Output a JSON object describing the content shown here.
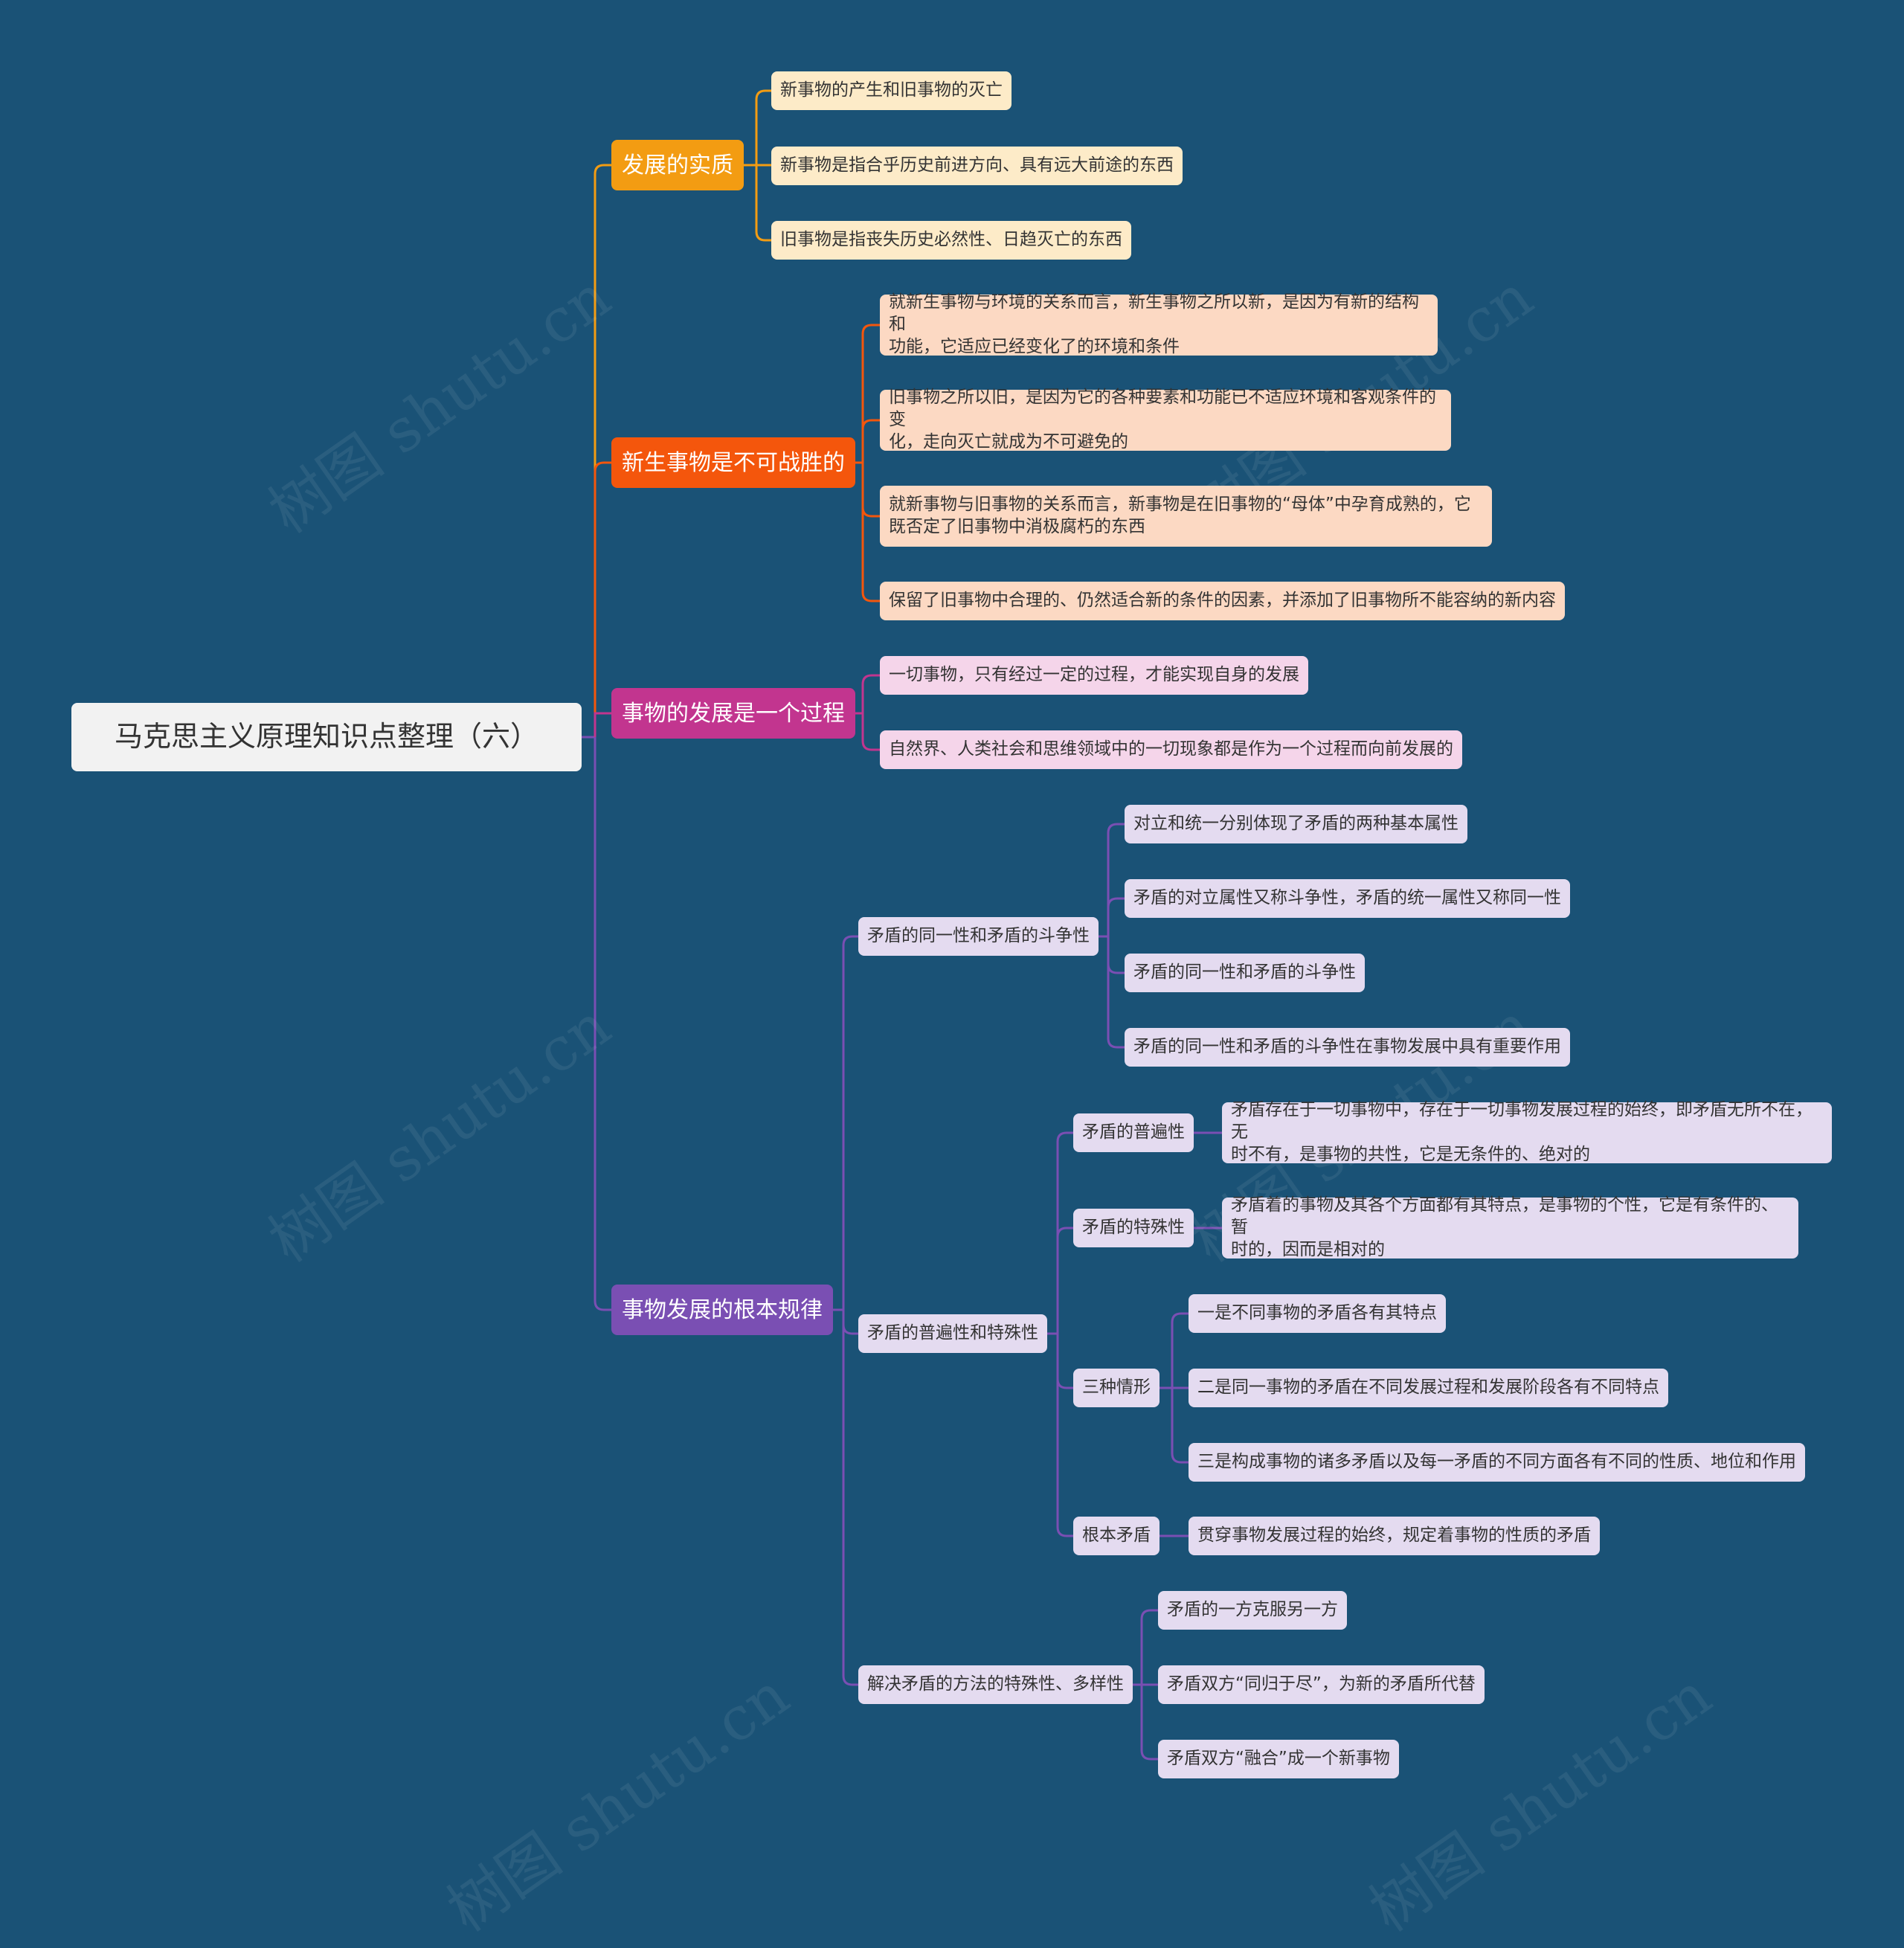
{
  "colors": {
    "background": "#1a5276",
    "root": "#f2f2f2",
    "branch_orange": "#f39c12",
    "branch_red": "#f4560c",
    "branch_pink": "#c2358f",
    "branch_purple": "#7a4fb3"
  },
  "watermark": "树图 shutu.cn",
  "root": "马克思主义原理知识点整理（六）",
  "branches": [
    {
      "title": "发展的实质",
      "items": [
        "新事物的产生和旧事物的灭亡",
        "新事物是指合乎历史前进方向、具有远大前途的东西",
        "旧事物是指丧失历史必然性、日趋灭亡的东西"
      ]
    },
    {
      "title": "新生事物是不可战胜的",
      "items": [
        "就新生事物与环境的关系而言，新生事物之所以新，是因为有新的结构和\n功能，它适应已经变化了的环境和条件",
        "旧事物之所以旧，是因为它的各种要素和功能已不适应环境和客观条件的变\n化，走向灭亡就成为不可避免的",
        "就新事物与旧事物的关系而言，新事物是在旧事物的“母体”中孕育成熟的，它\n既否定了旧事物中消极腐朽的东西",
        "保留了旧事物中合理的、仍然适合新的条件的因素，并添加了旧事物所不能容纳的新内容"
      ]
    },
    {
      "title": "事物的发展是一个过程",
      "items": [
        "一切事物，只有经过一定的过程，才能实现自身的发展",
        "自然界、人类社会和思维领域中的一切现象都是作为一个过程而向前发展的"
      ]
    },
    {
      "title": "事物发展的根本规律",
      "identity": {
        "title": "矛盾的同一性和矛盾的斗争性",
        "items": [
          "对立和统一分别体现了矛盾的两种基本属性",
          "矛盾的对立属性又称斗争性，矛盾的统一属性又称同一性",
          "矛盾的同一性和矛盾的斗争性",
          "矛盾的同一性和矛盾的斗争性在事物发展中具有重要作用"
        ]
      },
      "universality": {
        "title": "矛盾的普遍性和特殊性",
        "universal": {
          "title": "矛盾的普遍性",
          "text": "矛盾存在于一切事物中，存在于一切事物发展过程的始终，即矛盾无所不在，无\n时不有，是事物的共性，它是无条件的、绝对的"
        },
        "particular": {
          "title": "矛盾的特殊性",
          "text": "矛盾着的事物及其各个方面都有其特点，是事物的个性，它是有条件的、暂\n时的，因而是相对的"
        },
        "three": {
          "title": "三种情形",
          "items": [
            "一是不同事物的矛盾各有其特点",
            "二是同一事物的矛盾在不同发展过程和发展阶段各有不同特点",
            "三是构成事物的诸多矛盾以及每一矛盾的不同方面各有不同的性质、地位和作用"
          ]
        },
        "fundamental": {
          "title": "根本矛盾",
          "text": "贯穿事物发展过程的始终，规定着事物的性质的矛盾"
        }
      },
      "methods": {
        "title": "解决矛盾的方法的特殊性、多样性",
        "items": [
          "矛盾的一方克服另一方",
          "矛盾双方“同归于尽”，为新的矛盾所代替",
          "矛盾双方“融合”成一个新事物"
        ]
      }
    }
  ]
}
